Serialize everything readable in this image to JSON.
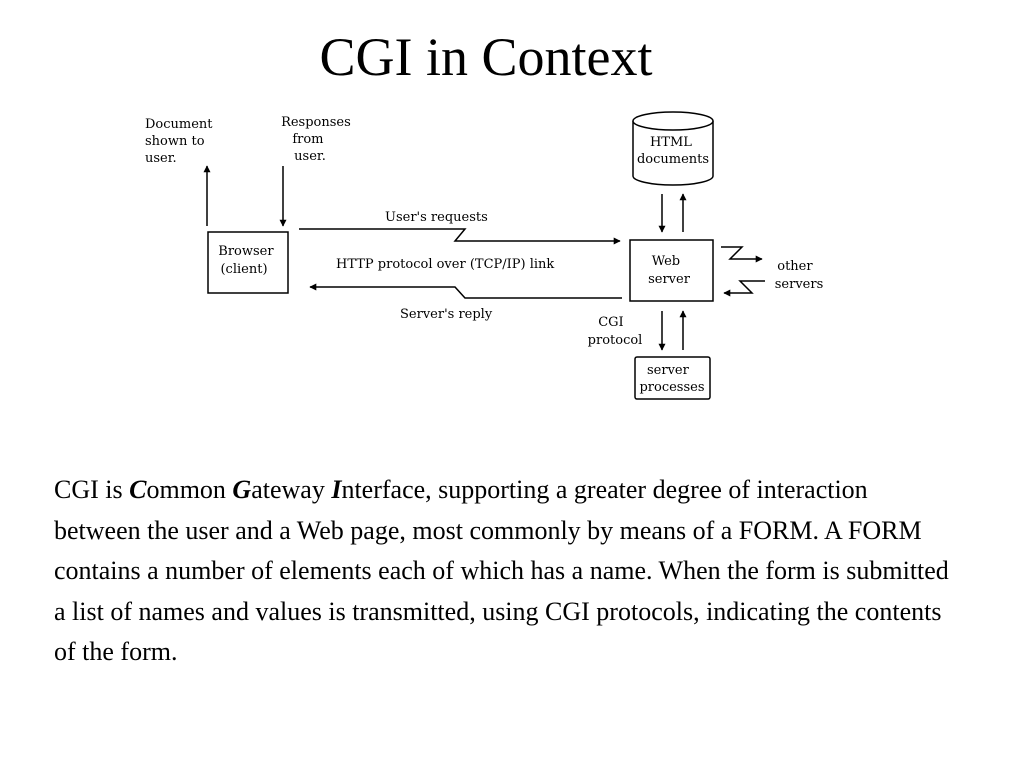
{
  "slide": {
    "title": "CGI in Context"
  },
  "diagram": {
    "document_label": [
      "Document",
      "shown to",
      "user."
    ],
    "responses_label": [
      "Responses",
      "from",
      "user."
    ],
    "browser_label": [
      "Browser",
      "(client)"
    ],
    "html_docs_label": [
      "HTML",
      "documents"
    ],
    "web_server_label": [
      "Web",
      "server"
    ],
    "other_servers_label": [
      "other",
      "servers"
    ],
    "requests_label": "User's requests",
    "protocol_label": "HTTP protocol over (TCP/IP) link",
    "reply_label": "Server's reply",
    "cgi_label": [
      "CGI",
      "protocol"
    ],
    "server_processes_label": [
      "server",
      "processes"
    ]
  },
  "description": {
    "prefix": "CGI is ",
    "c_letter": "C",
    "c_rest": "ommon ",
    "g_letter": "G",
    "g_rest": "ateway ",
    "i_letter": "I",
    "body": "nterface, supporting a greater degree of interaction between the user and a Web page, most commonly by means of a FORM. A FORM contains a number of elements each of which has a name. When the form is submitted a list of names and values is transmitted, using CGI protocols, indicating the contents of the form."
  }
}
